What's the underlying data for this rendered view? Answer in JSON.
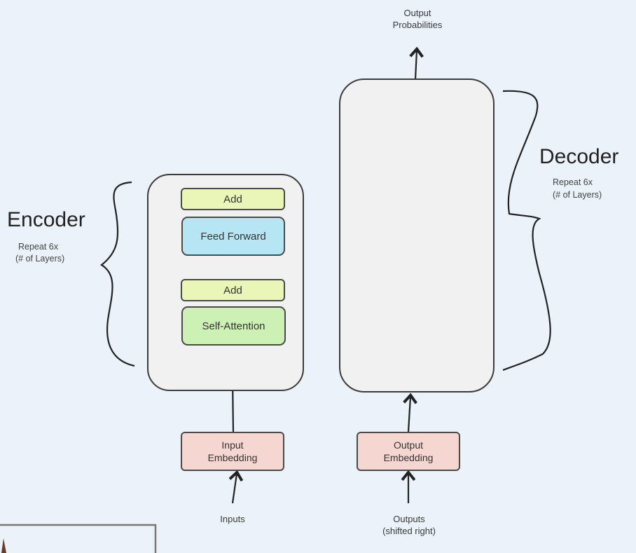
{
  "encoder": {
    "title": "Encoder",
    "repeat": "Repeat 6x",
    "layers": "(# of Layers)",
    "blocks": {
      "add_top": "Add",
      "feed_forward": "Feed Forward",
      "add_bottom": "Add",
      "self_attention": "Self-Attention"
    },
    "input_embedding": [
      "Input",
      "Embedding"
    ],
    "inputs_label": "Inputs"
  },
  "decoder": {
    "title": "Decoder",
    "repeat": "Repeat 6x",
    "layers": "(# of Layers)",
    "output_embedding": [
      "Output",
      "Embedding"
    ],
    "outputs_label": [
      "Outputs",
      "(shifted right)"
    ],
    "output_probabilities": [
      "Output",
      "Probabilities"
    ]
  },
  "colors": {
    "background": "#ebf2fa",
    "add_block": "#eaf5b8",
    "feed_forward": "#b6e6f4",
    "self_attention": "#cdf0b4",
    "embedding": "#f6d6d0",
    "stack": "#f1f1f1",
    "residual": "#e02020"
  }
}
